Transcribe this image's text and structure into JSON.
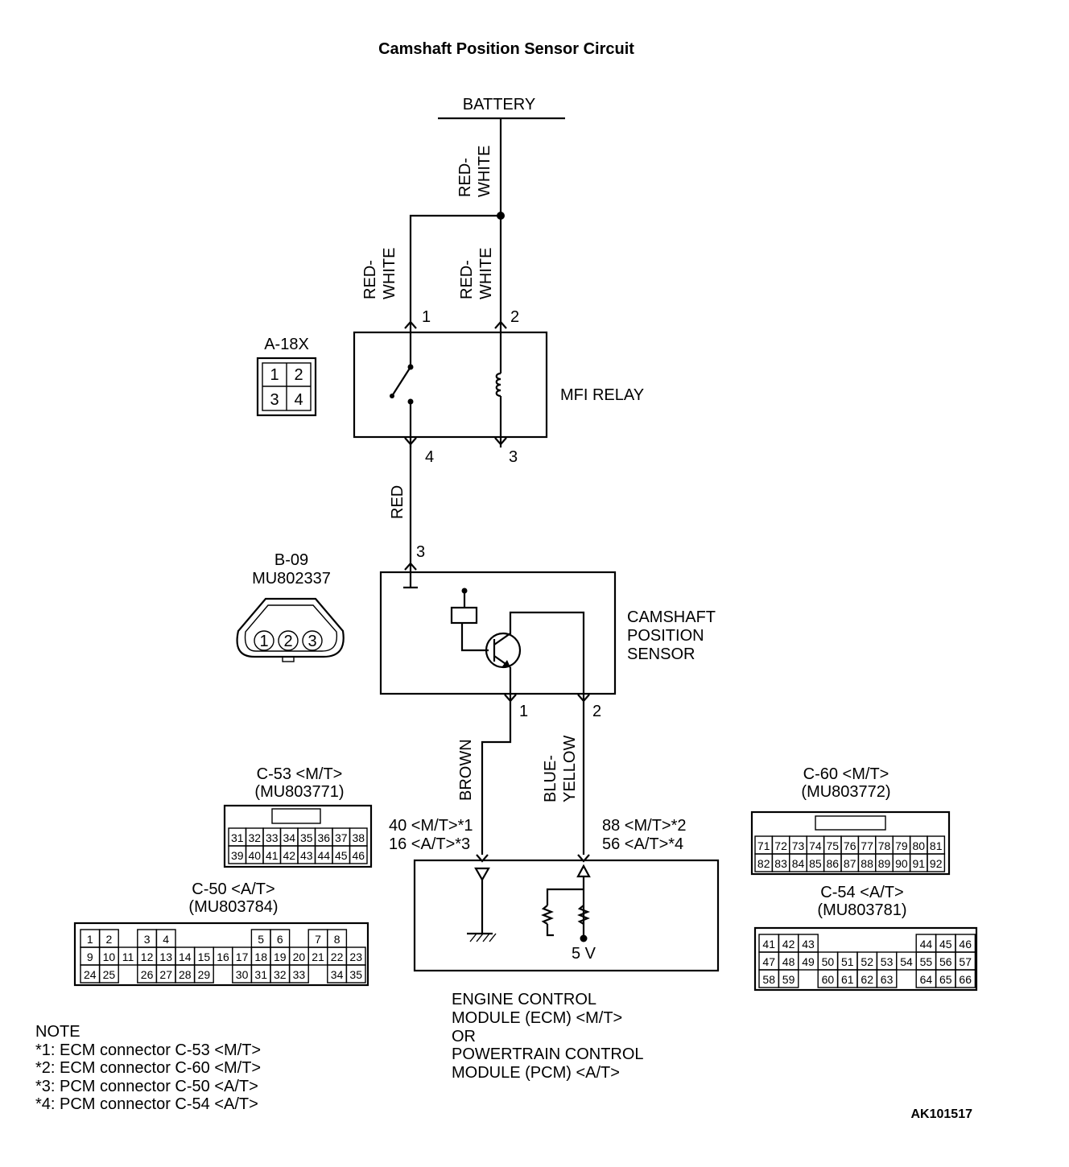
{
  "title": "Camshaft Position Sensor Circuit",
  "battery": "BATTERY",
  "wires": {
    "battery_feed": [
      "RED-",
      "WHITE"
    ],
    "relay_pin1": [
      "RED-",
      "WHITE"
    ],
    "relay_pin2": [
      "RED-",
      "WHITE"
    ],
    "relay_to_sensor": "RED",
    "sensor_pin1": "BROWN",
    "sensor_pin2": [
      "BLUE-",
      "YELLOW"
    ]
  },
  "relay": {
    "name": "MFI RELAY",
    "connector": "A-18X",
    "pins": [
      "1",
      "2",
      "3",
      "4"
    ],
    "connector_cells": [
      "1",
      "2",
      "3",
      "4"
    ]
  },
  "sensor": {
    "name": [
      "CAMSHAFT",
      "POSITION",
      "SENSOR"
    ],
    "connector": "B-09",
    "part": "MU802337",
    "pins": [
      "3",
      "1",
      "2"
    ],
    "connector_cells": [
      "1",
      "2",
      "3"
    ]
  },
  "ecm": {
    "terminal_left": [
      "40 <M/T>*1",
      "16 <A/T>*3"
    ],
    "terminal_right": [
      "88 <M/T>*2",
      "56 <A/T>*4"
    ],
    "voltage": "5 V",
    "name": [
      "ENGINE CONTROL",
      "MODULE (ECM) <M/T>",
      "OR",
      "POWERTRAIN CONTROL",
      "MODULE (PCM) <A/T>"
    ]
  },
  "connectors": {
    "c53": {
      "label": "C-53 <M/T>",
      "part": "(MU803771)",
      "rows": [
        [
          "31",
          "32",
          "33",
          "34",
          "35",
          "36",
          "37",
          "38"
        ],
        [
          "39",
          "40",
          "41",
          "42",
          "43",
          "44",
          "45",
          "46"
        ]
      ]
    },
    "c50": {
      "label": "C-50 <A/T>",
      "part": "(MU803784)",
      "rows": [
        [
          "1",
          "2",
          "",
          "3",
          "4",
          "",
          "",
          "",
          "",
          "5",
          "6",
          "",
          "7",
          "8"
        ],
        [
          "9",
          "10",
          "11",
          "12",
          "13",
          "14",
          "15",
          "16",
          "17",
          "18",
          "19",
          "20",
          "21",
          "22",
          "23"
        ],
        [
          "24",
          "25",
          "",
          "26",
          "27",
          "28",
          "29",
          "",
          "30",
          "31",
          "32",
          "33",
          "",
          "34",
          "35"
        ]
      ]
    },
    "c60": {
      "label": "C-60 <M/T>",
      "part": "(MU803772)",
      "rows": [
        [
          "71",
          "72",
          "73",
          "74",
          "75",
          "76",
          "77",
          "78",
          "79",
          "80",
          "81"
        ],
        [
          "82",
          "83",
          "84",
          "85",
          "86",
          "87",
          "88",
          "89",
          "90",
          "91",
          "92"
        ]
      ]
    },
    "c54": {
      "label": "C-54 <A/T>",
      "part": "(MU803781)",
      "rows": [
        [
          "41",
          "42",
          "43",
          "",
          "",
          "",
          "",
          "",
          "44",
          "45",
          "46"
        ],
        [
          "47",
          "48",
          "49",
          "50",
          "51",
          "52",
          "53",
          "54",
          "55",
          "56",
          "57"
        ],
        [
          "58",
          "59",
          "",
          "60",
          "61",
          "62",
          "63",
          "",
          "64",
          "65",
          "66"
        ]
      ]
    }
  },
  "note": {
    "heading": "NOTE",
    "items": [
      "*1: ECM connector C-53 <M/T>",
      "*2: ECM connector C-60 <M/T>",
      "*3: PCM connector C-50 <A/T>",
      "*4: PCM connector C-54 <A/T>"
    ]
  },
  "code": "AK101517"
}
